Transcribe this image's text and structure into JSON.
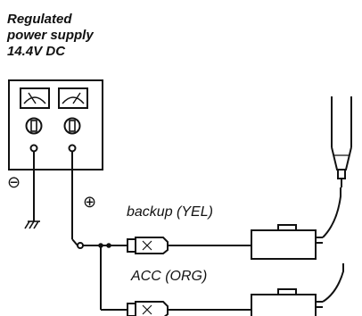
{
  "diagram": {
    "power_supply": {
      "title_lines": [
        "Regulated",
        "power supply",
        "14.4V DC"
      ]
    },
    "terminals": {
      "negative_symbol": "⊖",
      "positive_symbol": "⊕"
    },
    "wires": {
      "backup_label": "backup (YEL)",
      "acc_label": "ACC (ORG)"
    },
    "icons": [
      "meter-needle-icon",
      "knob-icon",
      "ground-icon",
      "plug-icon",
      "probe-icon"
    ]
  }
}
